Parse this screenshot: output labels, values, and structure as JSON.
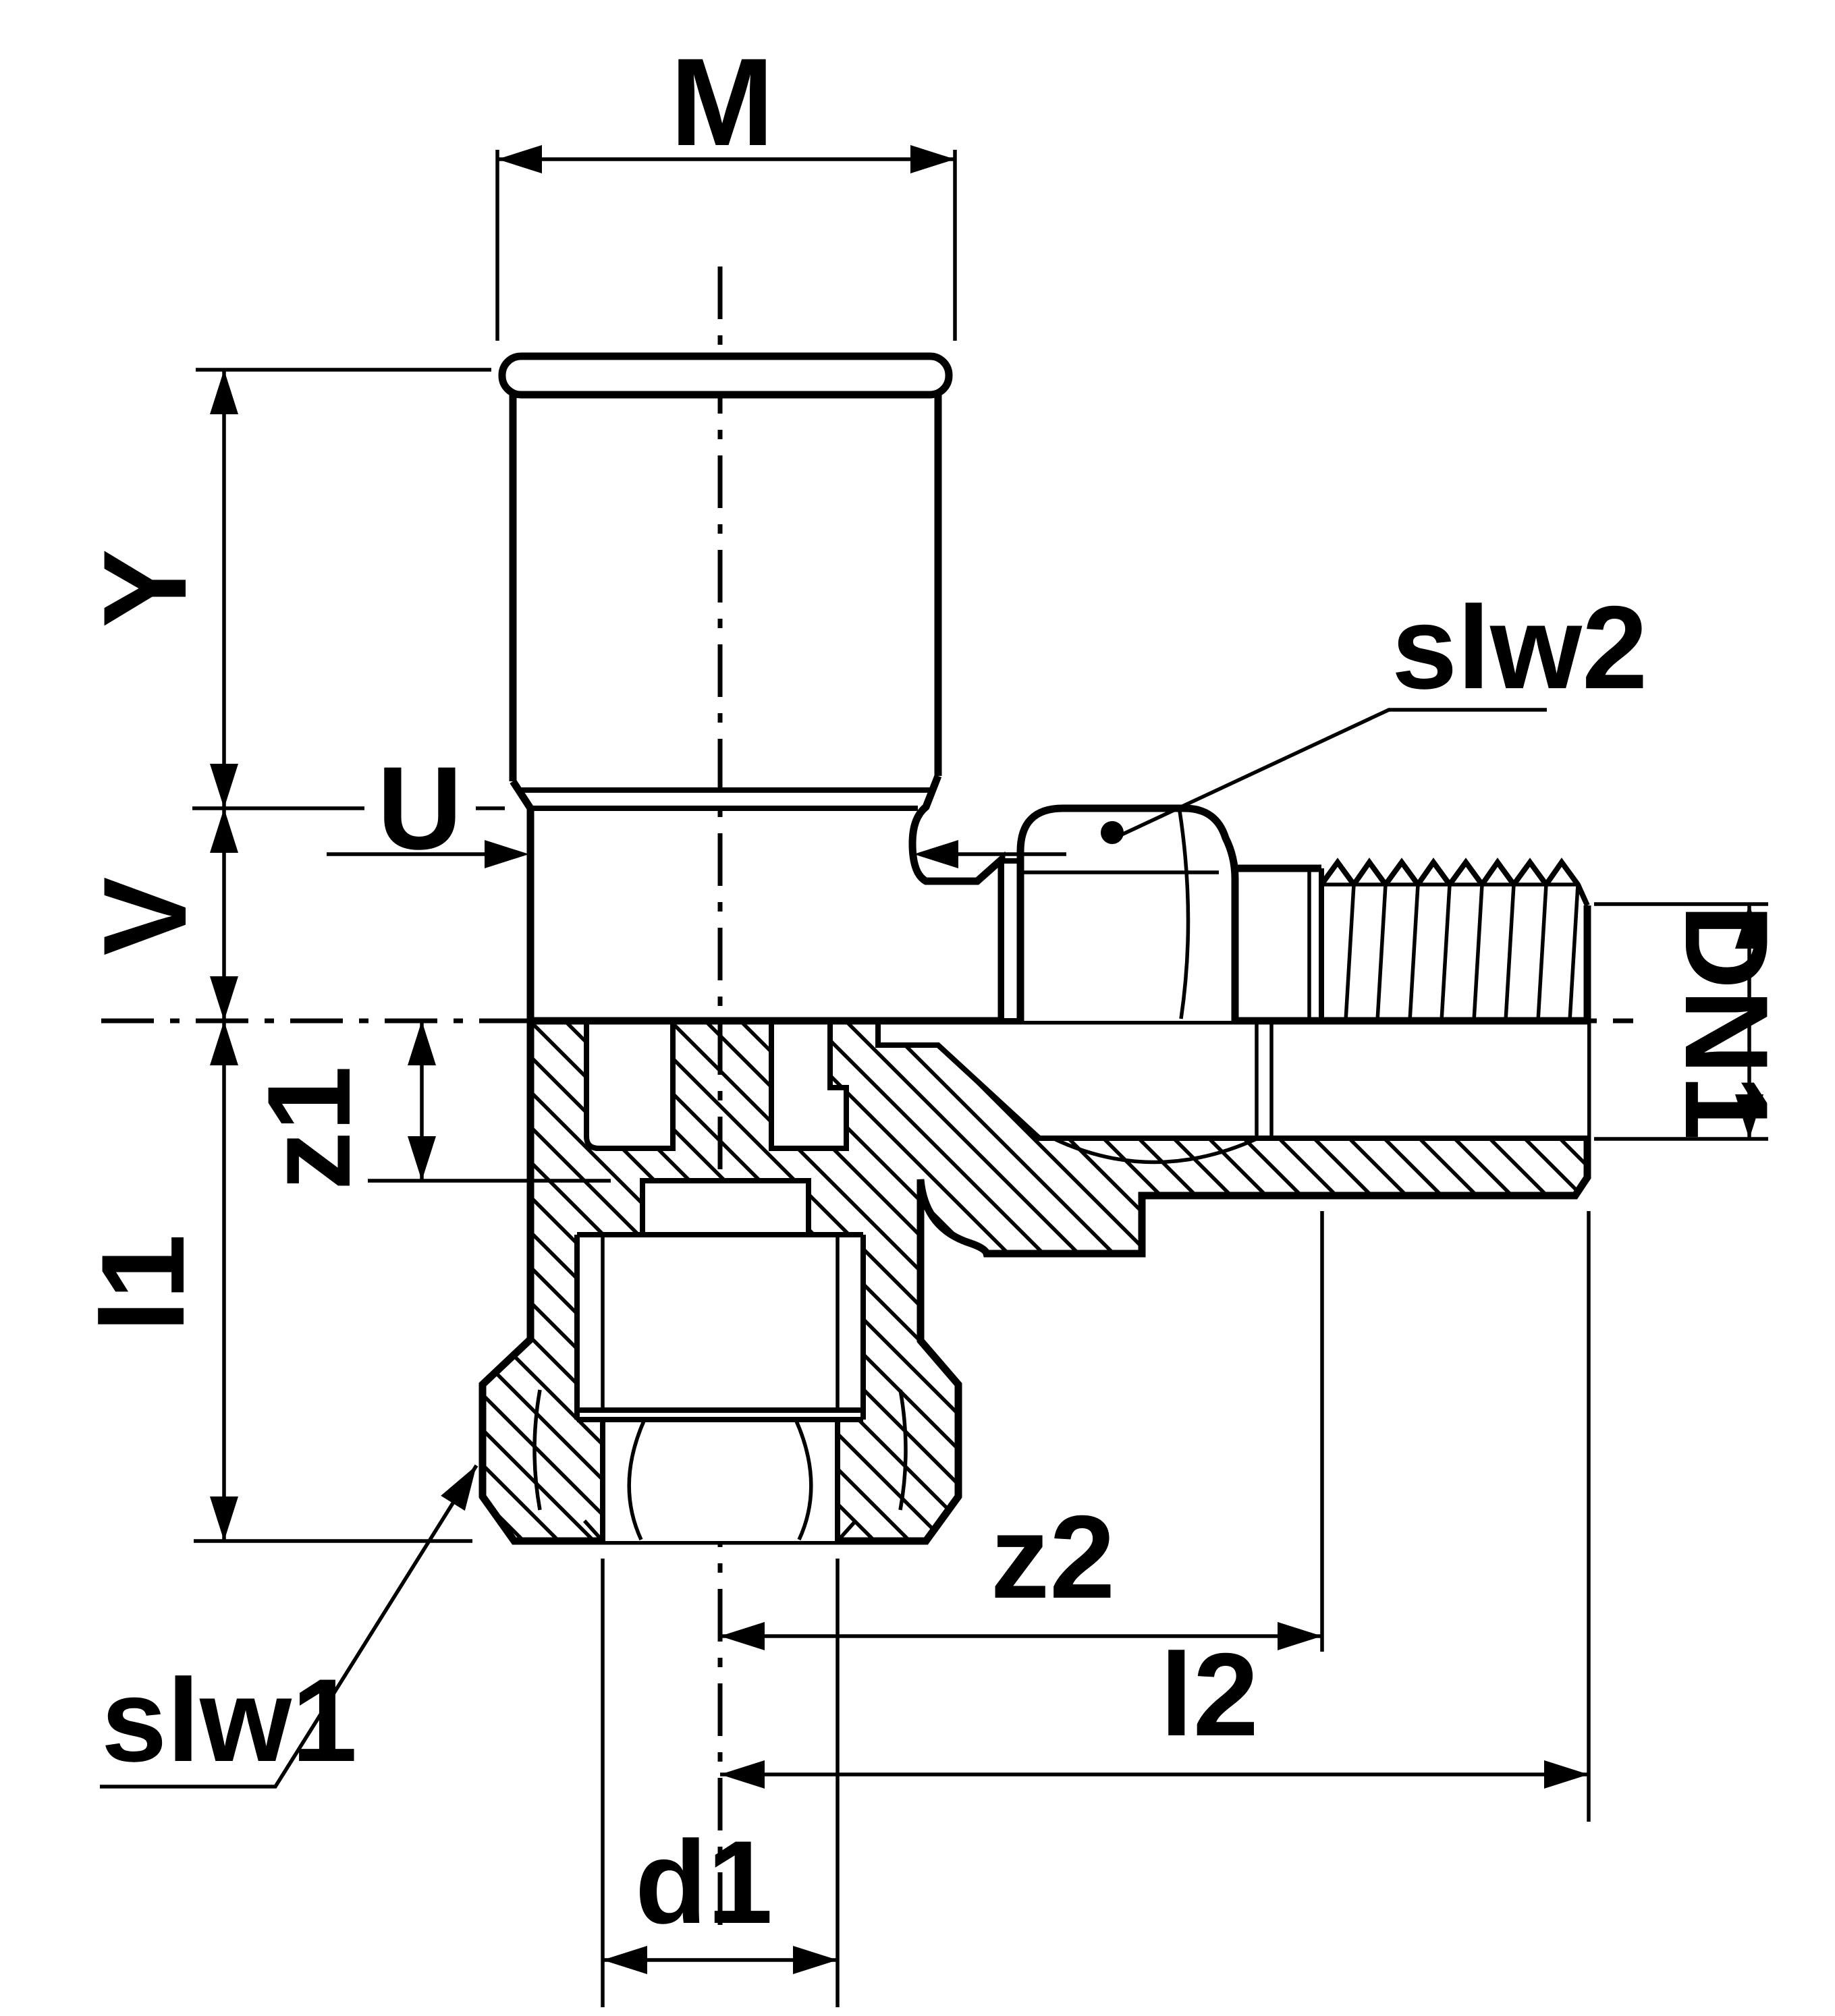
{
  "drawing": {
    "colors": {
      "line": "#000000",
      "background": "#ffffff"
    },
    "labels": {
      "m": "M",
      "y": "Y",
      "u": "U",
      "v": "V",
      "z1": "z1",
      "l1": "l1",
      "slw1": "slw1",
      "slw2": "slw2",
      "dn1": "DN1",
      "z2": "z2",
      "l2": "l2",
      "d1": "d1"
    }
  }
}
